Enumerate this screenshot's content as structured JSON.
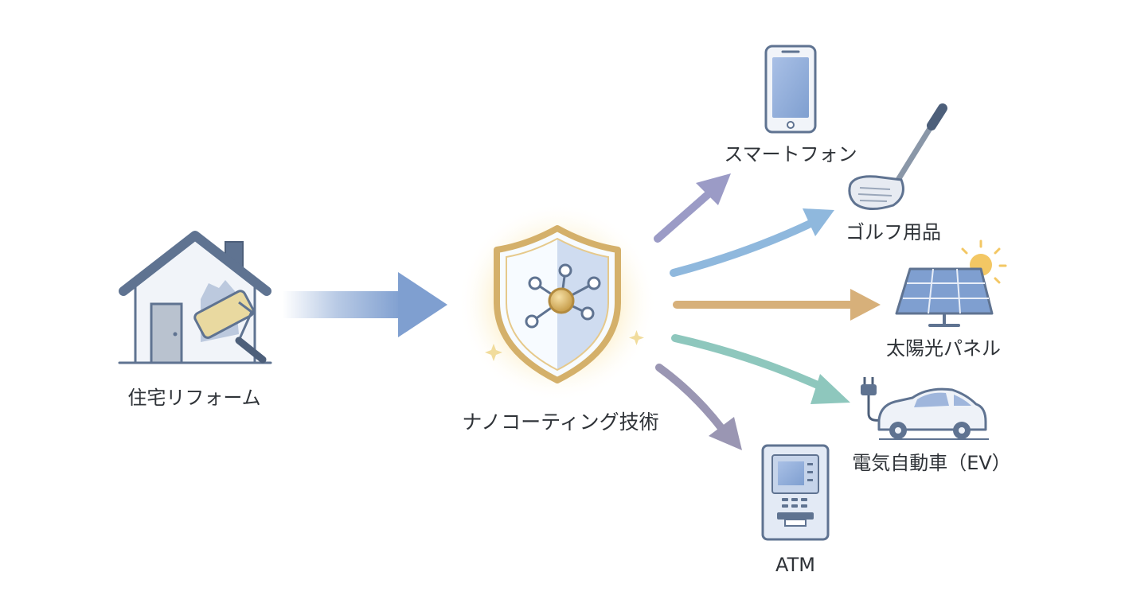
{
  "diagram": {
    "source": {
      "label": "住宅リフォーム",
      "icon": "house-renovation-icon"
    },
    "core": {
      "label": "ナノコーティング技術",
      "icon": "nano-shield-icon"
    },
    "applications": [
      {
        "label": "スマートフォン",
        "icon": "smartphone-icon",
        "arrow_color": "#9b9bc6"
      },
      {
        "label": "ゴルフ用品",
        "icon": "golf-club-icon",
        "arrow_color": "#8fb8dd"
      },
      {
        "label": "太陽光パネル",
        "icon": "solar-panel-icon",
        "arrow_color": "#d7b07a"
      },
      {
        "label": "電気自動車（EV）",
        "icon": "electric-car-icon",
        "arrow_color": "#8ec7bd"
      },
      {
        "label": "ATM",
        "icon": "atm-icon",
        "arrow_color": "#9a96b3"
      }
    ]
  },
  "colors": {
    "main_arrow": "#7f9fd0",
    "shield_gold": "#d4b06a",
    "icon_outline": "#5f7391",
    "icon_fill": "#dfe7f4",
    "icon_blue": "#7f9fd0",
    "text": "#2f3338"
  }
}
